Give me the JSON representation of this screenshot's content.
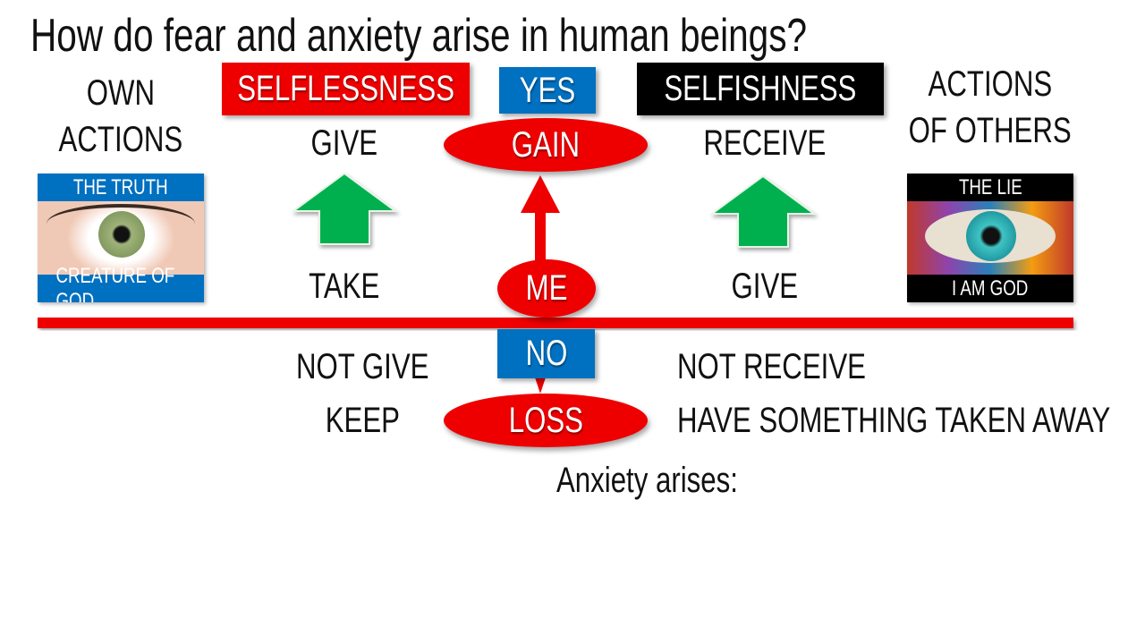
{
  "title": "How do fear and anxiety arise in human beings?",
  "left_heading": [
    "OWN",
    "ACTIONS"
  ],
  "right_heading": [
    "ACTIONS",
    "OF OTHERS"
  ],
  "selflessness_label": "SELFLESSNESS",
  "selfishness_label": "SELFISHNESS",
  "yes_label": "YES",
  "no_label": "NO",
  "gain_label": "GAIN",
  "me_label": "ME",
  "loss_label": "LOSS",
  "left_column": {
    "top": "GIVE",
    "bottom": "TAKE",
    "not": "NOT GIVE",
    "keep": "KEEP"
  },
  "right_column": {
    "top": "RECEIVE",
    "bottom": "GIVE",
    "not": "NOT RECEIVE",
    "keep": "HAVE SOMETHING TAKEN AWAY"
  },
  "truth_image": {
    "top": "THE TRUTH",
    "bottom": "CREATURE OF GOD"
  },
  "lie_image": {
    "top": "THE LIE",
    "bottom": "I AM GOD"
  },
  "footer_text": "Anxiety arises:",
  "colors": {
    "red": "#ee0000",
    "blue": "#0070c0",
    "black": "#000000",
    "green": "#00b050"
  }
}
